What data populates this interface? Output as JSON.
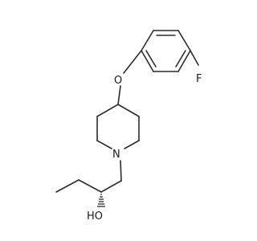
{
  "molecule": {
    "atoms": {
      "fluorine": "F",
      "ether_oxygen": "O",
      "ring_nitrogen": "N",
      "hydroxyl": "HO"
    },
    "colors": {
      "bond": "#2b2b2b",
      "label": "#1a1a1a",
      "background": "#ffffff"
    }
  }
}
